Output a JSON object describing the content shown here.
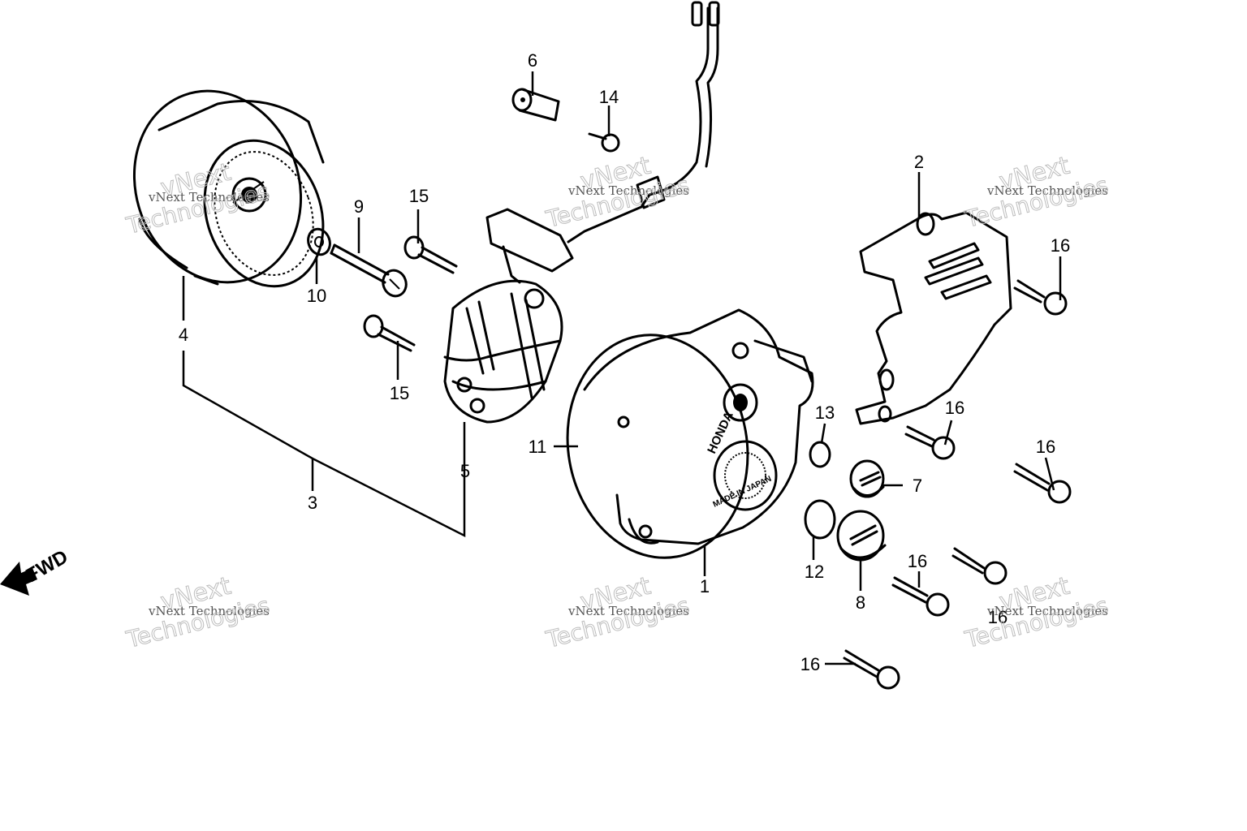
{
  "callouts": {
    "c1": "1",
    "c2": "2",
    "c3": "3",
    "c4": "4",
    "c5": "5",
    "c6": "6",
    "c7": "7",
    "c8": "8",
    "c9": "9",
    "c10": "10",
    "c11": "11",
    "c12": "12",
    "c13": "13",
    "c14": "14",
    "c15a": "15",
    "c15b": "15",
    "c16a": "16",
    "c16b": "16",
    "c16c": "16",
    "c16d": "16",
    "c16e": "16",
    "c16f": "16"
  },
  "direction_label": "FWD",
  "cover_stamp": {
    "brand": "HONDA",
    "origin": "MADE IN JAPAN"
  },
  "watermark": {
    "company": "vNext Technologies",
    "line1": "vNext",
    "line2": "Technologies"
  },
  "colors": {
    "ink": "#000000",
    "watermark": "#bdbdbd",
    "paper": "#ffffff"
  }
}
